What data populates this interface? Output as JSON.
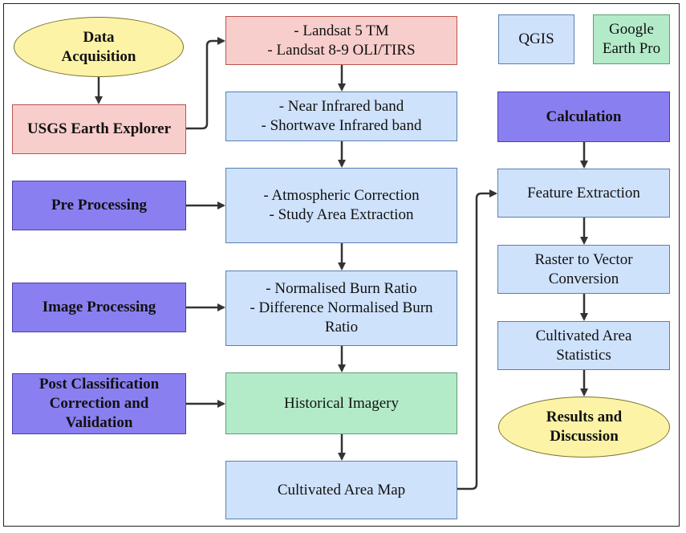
{
  "nodes": {
    "data_acquisition": [
      "Data",
      "Acquisition"
    ],
    "usgs": [
      "USGS Earth Explorer"
    ],
    "landsat": [
      "- Landsat 5 TM",
      "- Landsat 8-9 OLI/TIRS"
    ],
    "bands": [
      "- Near Infrared band",
      "- Shortwave Infrared band"
    ],
    "pre_processing": [
      "Pre Processing"
    ],
    "correction": [
      "- Atmospheric Correction",
      "- Study Area Extraction"
    ],
    "image_processing": [
      "Image Processing"
    ],
    "nbr": [
      "- Normalised Burn Ratio",
      "- Difference Normalised Burn",
      "Ratio"
    ],
    "post_classification": [
      "Post Classification",
      "Correction and",
      "Validation"
    ],
    "historical": [
      "Historical Imagery"
    ],
    "cultivated_map": [
      "Cultivated Area Map"
    ],
    "qgis": [
      "QGIS"
    ],
    "google_earth": [
      "Google",
      "Earth Pro"
    ],
    "calculation": [
      "Calculation"
    ],
    "feature_extraction": [
      "Feature Extraction"
    ],
    "raster_vector": [
      "Raster to Vector",
      "Conversion"
    ],
    "statistics": [
      "Cultivated Area",
      "Statistics"
    ],
    "results": [
      "Results and",
      "Discussion"
    ]
  },
  "colors": {
    "data_source": "#f8cecc",
    "process_step": "#cfe2fb",
    "stage": "#8a7ff0",
    "google_earth_pro": "#b3ebc9",
    "terminal": "#fdf3a6",
    "arrow": "#333333"
  }
}
